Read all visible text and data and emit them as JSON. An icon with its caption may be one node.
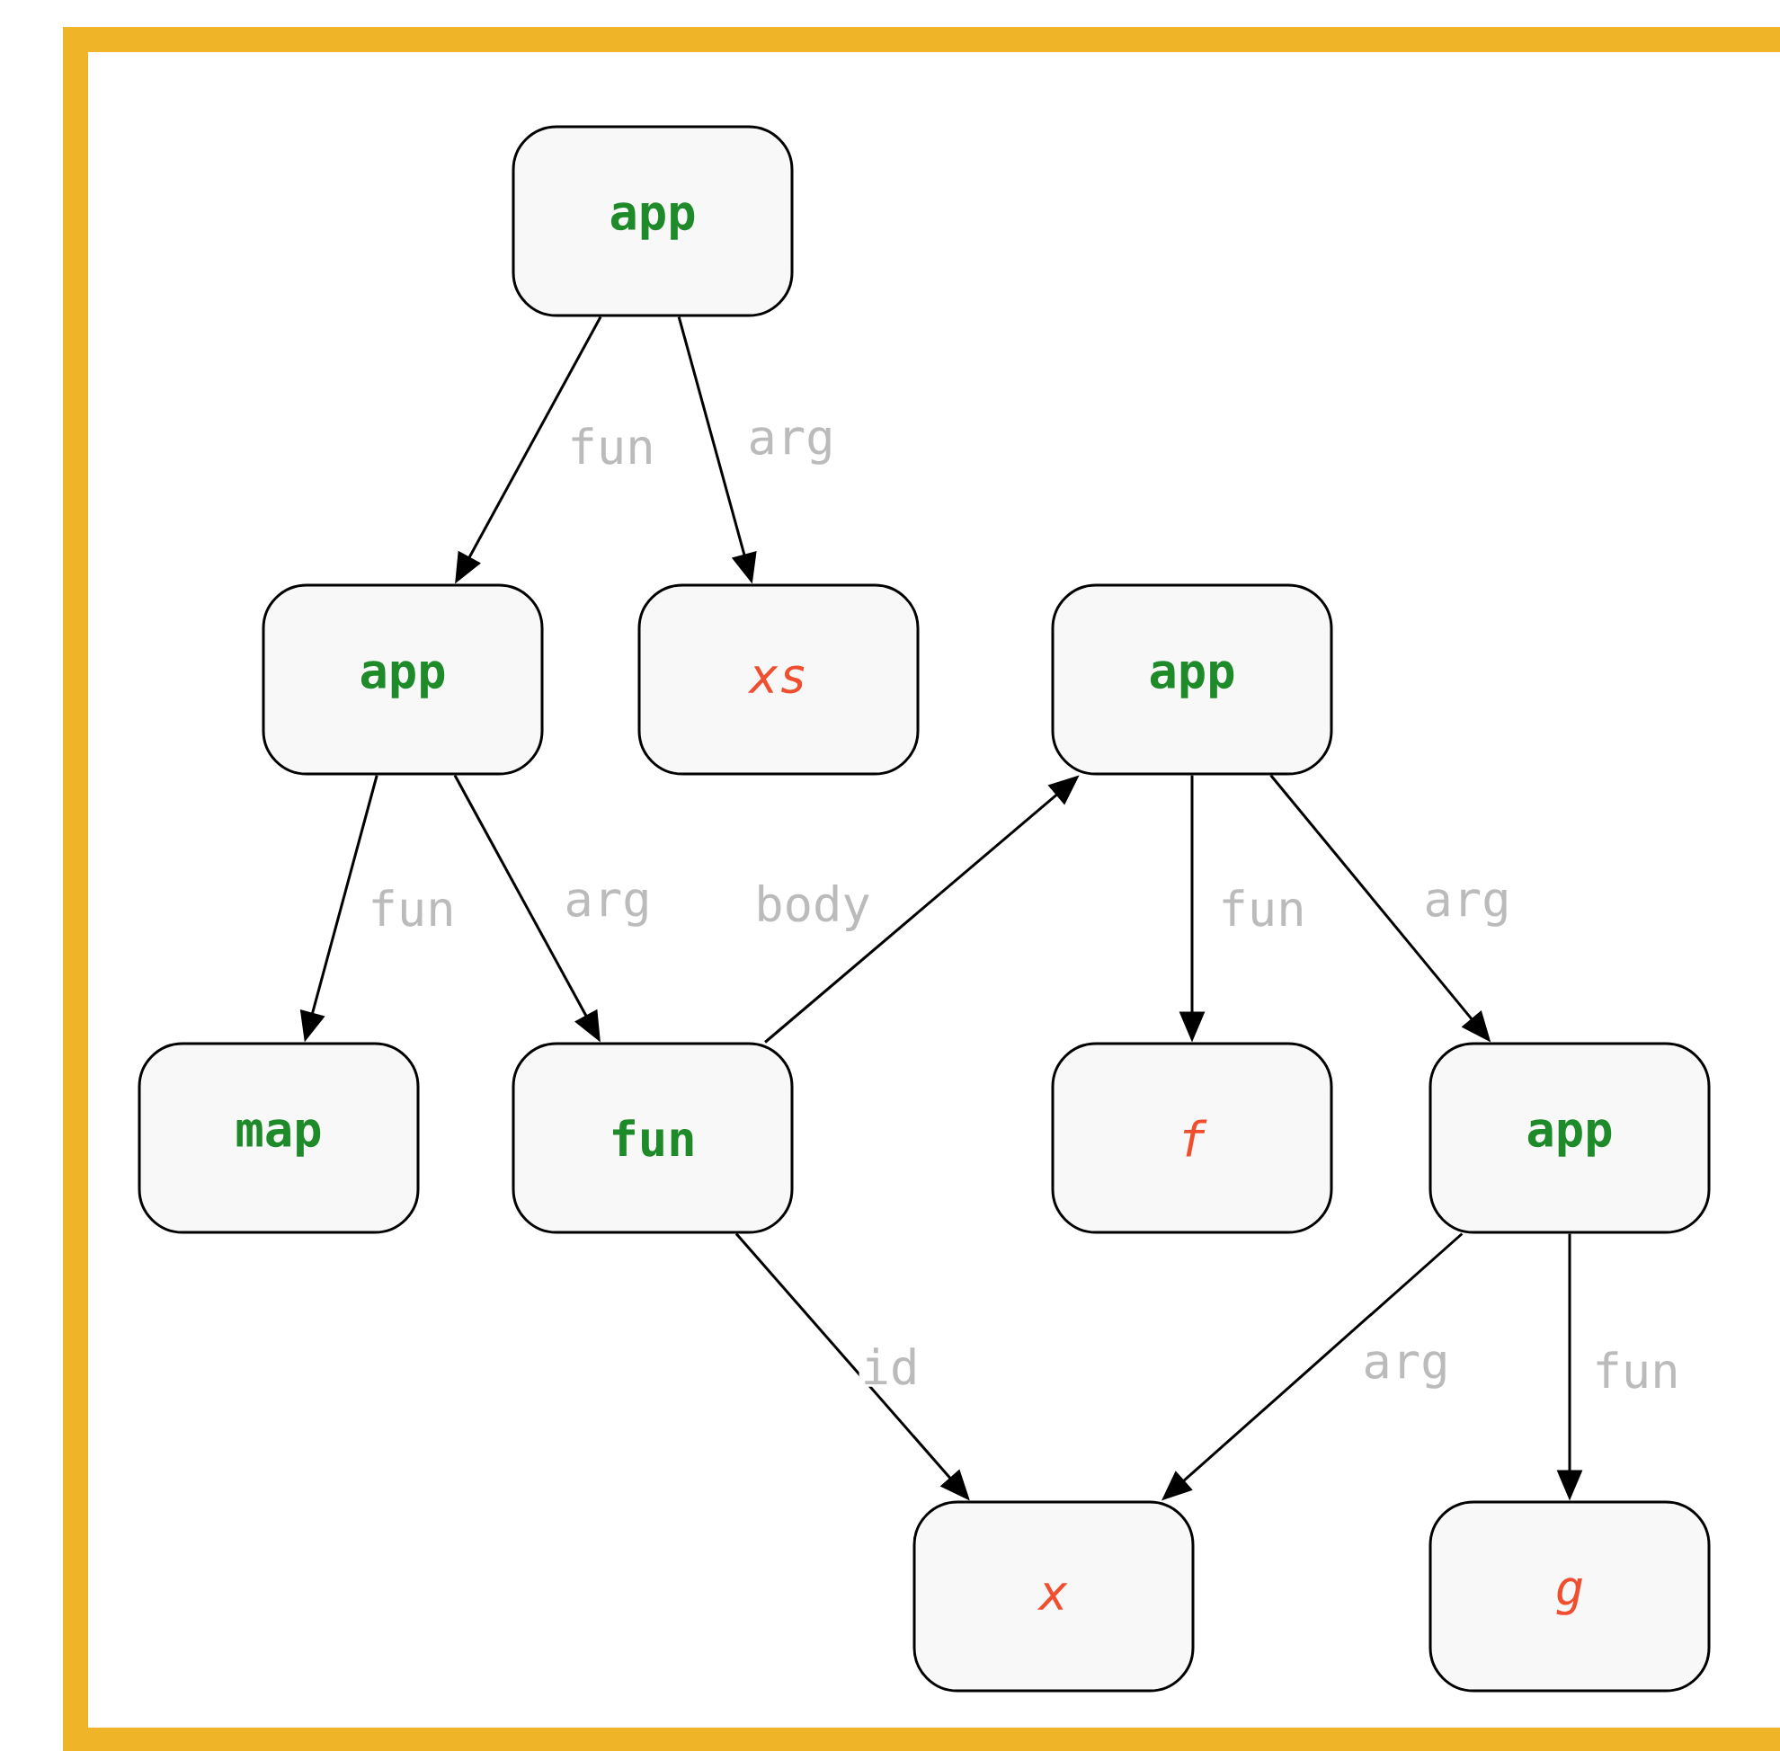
{
  "diagram": {
    "nodes": [
      {
        "text": [
          "app"
        ]
      },
      {
        "text": [
          "app"
        ]
      },
      {
        "text": [
          "xs"
        ]
      },
      {
        "text": [
          "app"
        ]
      },
      {
        "text": [
          "map"
        ]
      },
      {
        "text": [
          "fun"
        ]
      },
      {
        "text": [
          "f"
        ]
      },
      {
        "text": [
          "app"
        ]
      },
      {
        "text": [
          "x"
        ]
      },
      {
        "text": [
          "g"
        ]
      }
    ],
    "edges": [
      {
        "from": 0,
        "to": 1,
        "arrow": "to",
        "label": "fun"
      },
      {
        "from": 0,
        "to": 2,
        "arrow": "to",
        "label": "arg"
      },
      {
        "from": 1,
        "to": 4,
        "arrow": "to",
        "label": "fun"
      },
      {
        "from": 1,
        "to": 5,
        "arrow": "to",
        "label": "arg"
      },
      {
        "from": 5,
        "to": 3,
        "arrow": "to",
        "label": "body"
      },
      {
        "from": 3,
        "to": 6,
        "arrow": "to",
        "label": "fun"
      },
      {
        "from": 3,
        "to": 7,
        "arrow": "to",
        "label": "arg"
      },
      {
        "from": 5,
        "to": 8,
        "arrow": "to",
        "label": "id"
      },
      {
        "from": 7,
        "to": 8,
        "arrow": "to",
        "label": "arg"
      },
      {
        "from": 7,
        "to": 9,
        "arrow": "to",
        "label": "fun"
      }
    ]
  }
}
